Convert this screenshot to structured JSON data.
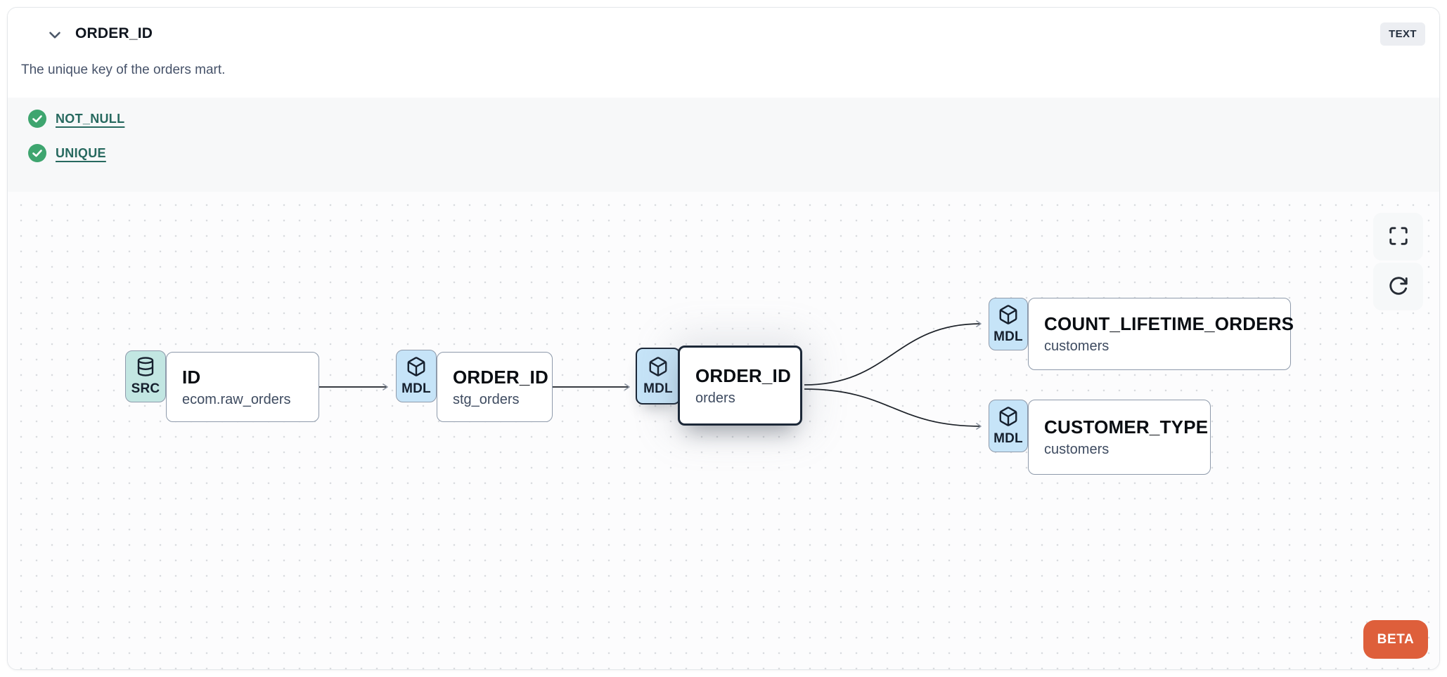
{
  "header": {
    "title": "ORDER_ID",
    "type_badge": "TEXT",
    "description": "The unique key of the orders mart."
  },
  "tests": {
    "items": [
      {
        "label": "NOT_NULL",
        "status": "pass"
      },
      {
        "label": "UNIQUE",
        "status": "pass"
      }
    ]
  },
  "lineage": {
    "nodes": [
      {
        "badge": "SRC",
        "icon": "database-icon",
        "title": "ID",
        "subtitle": "ecom.raw_orders",
        "selected": false
      },
      {
        "badge": "MDL",
        "icon": "cube-icon",
        "title": "ORDER_ID",
        "subtitle": "stg_orders",
        "selected": false
      },
      {
        "badge": "MDL",
        "icon": "cube-icon",
        "title": "ORDER_ID",
        "subtitle": "orders",
        "selected": true
      },
      {
        "badge": "MDL",
        "icon": "cube-icon",
        "title": "COUNT_LIFETIME_ORDERS",
        "subtitle": "customers",
        "selected": false
      },
      {
        "badge": "MDL",
        "icon": "cube-icon",
        "title": "CUSTOMER_TYPE",
        "subtitle": "customers",
        "selected": false
      }
    ],
    "edges": [
      {
        "from": "ID (ecom.raw_orders)",
        "to": "ORDER_ID (stg_orders)"
      },
      {
        "from": "ORDER_ID (stg_orders)",
        "to": "ORDER_ID (orders)"
      },
      {
        "from": "ORDER_ID (orders)",
        "to": "COUNT_LIFETIME_ORDERS (customers)"
      },
      {
        "from": "ORDER_ID (orders)",
        "to": "CUSTOMER_TYPE (customers)"
      }
    ],
    "beta_label": "BETA"
  },
  "colors": {
    "test_pass_green": "#3ea56f",
    "test_link_teal": "#27695f",
    "beta_orange": "#de5f3b",
    "src_badge_teal": "#c2e6e2",
    "mdl_badge_blue": "#c6e4f8",
    "selected_border": "#1c2838",
    "node_border": "#8e9aab",
    "edge_line": "#1c2128"
  }
}
